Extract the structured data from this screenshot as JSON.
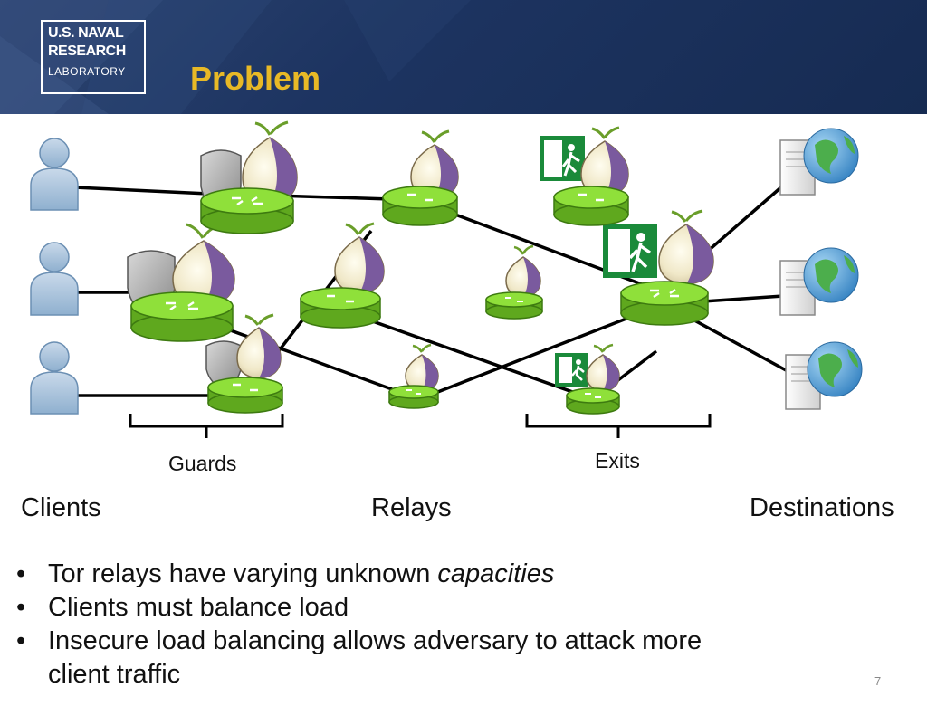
{
  "header": {
    "logo_line1": "U.S. NAVAL",
    "logo_line2": "RESEARCH",
    "logo_line3": "LABORATORY",
    "title": "Problem"
  },
  "diagram": {
    "guards_label": "Guards",
    "exits_label": "Exits",
    "clients_label": "Clients",
    "relays_label": "Relays",
    "destinations_label": "Destinations"
  },
  "bullets": {
    "b1_text": "Tor relays have varying unknown ",
    "b1_emph": "capacities",
    "b2": "Clients must balance load",
    "b3_line1": "Insecure load balancing allows adversary to attack more",
    "b3_line2": "client traffic"
  },
  "page_number": "7",
  "colors": {
    "header_bg": "#1d3461",
    "title": "#e8b926",
    "relay_green": "#7ed321",
    "exit_sign": "#1a8a3a",
    "onion_purple": "#7a5a9e"
  }
}
